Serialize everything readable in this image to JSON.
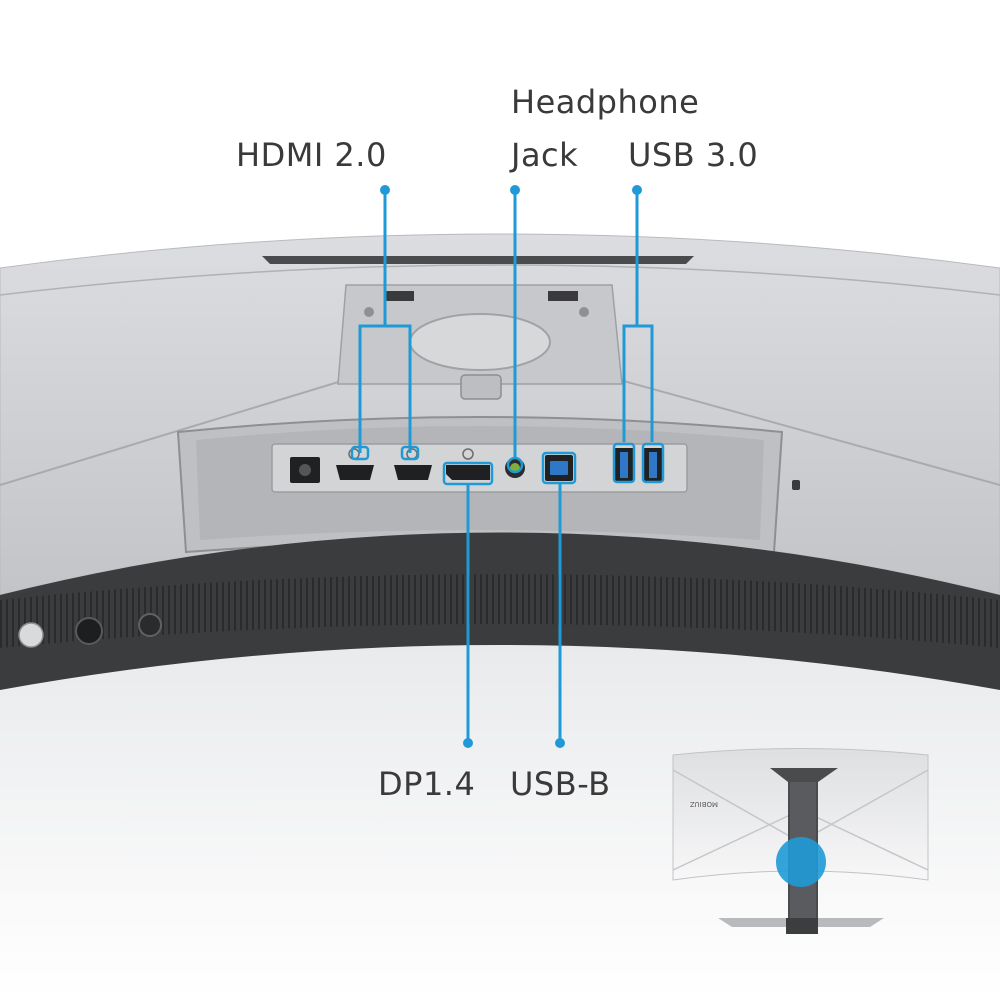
{
  "labels": {
    "hdmi": "HDMI 2.0",
    "headphone_line1": "Headphone",
    "headphone_line2": "Jack",
    "usb3": "USB 3.0",
    "dp": "DP1.4",
    "usbb": "USB-B"
  },
  "inset": {
    "brand_text": "MOBIUZ"
  },
  "colors": {
    "callout": "#1f9ad6",
    "label_text": "#3a3a3a",
    "monitor_silver": "#c9cacc",
    "bezel_dark": "#3b3c3e"
  },
  "icons": [
    "power-button-icon",
    "joystick-icon",
    "menu-button-icon",
    "dc-power-port-icon",
    "hdmi-port-icon",
    "displayport-icon",
    "headphone-jack-icon",
    "usb-b-port-icon",
    "usb-a-port-icon"
  ]
}
